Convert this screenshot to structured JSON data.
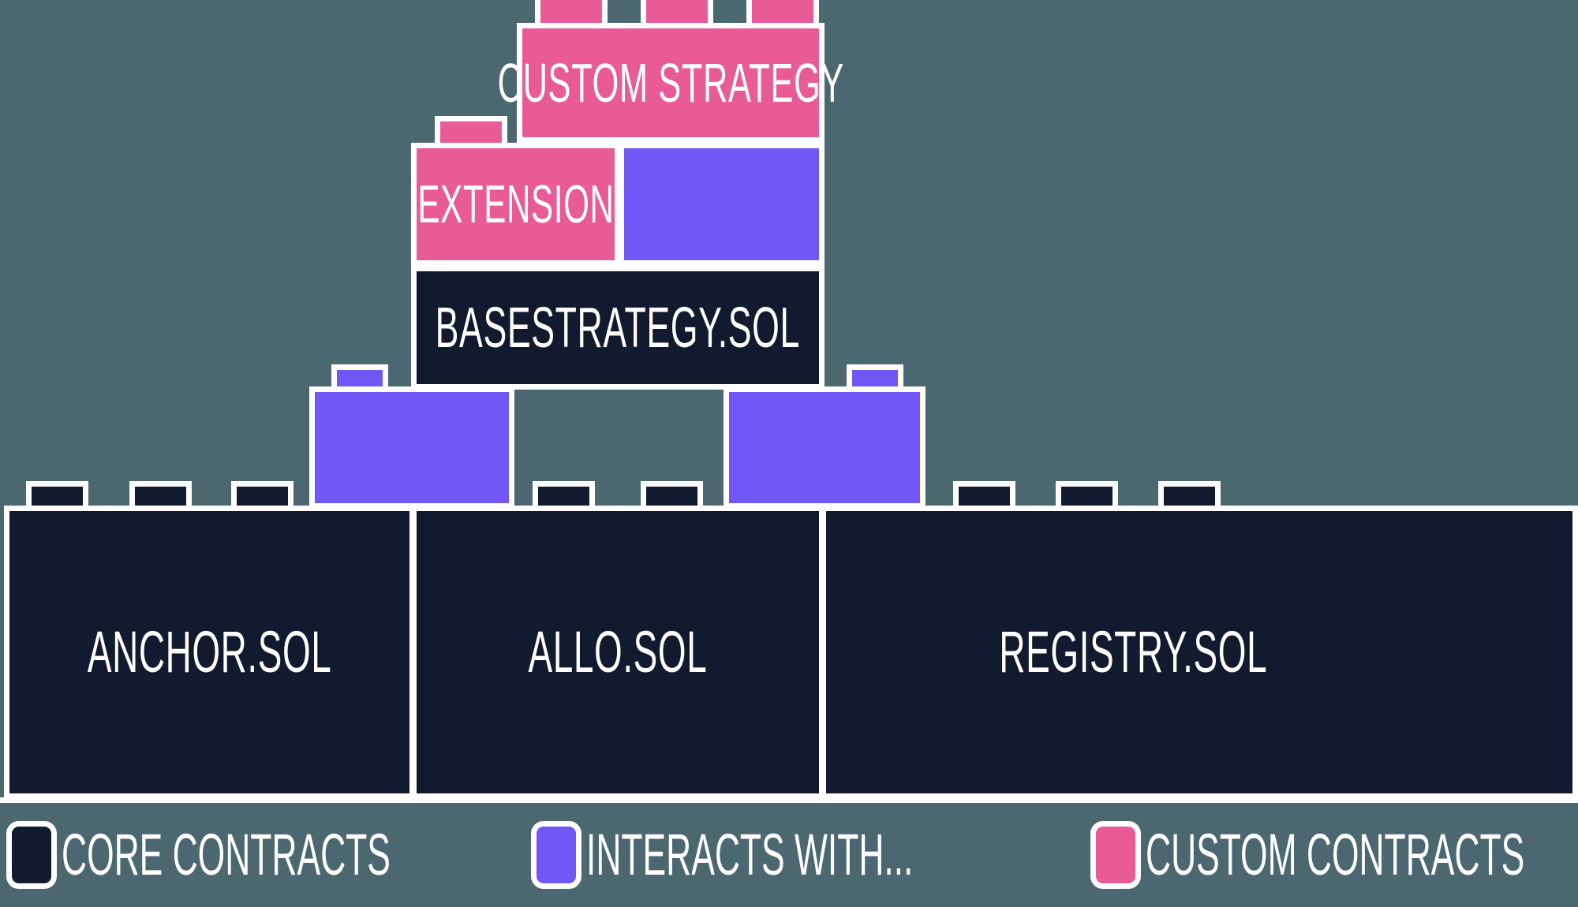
{
  "diagram": {
    "title": "Allo Protocol Strategy Architecture Lego Stack",
    "background_color": "#4b6870",
    "colors": {
      "core": "#111a2e",
      "interacts": "#7257f7",
      "custom": "#e85b96",
      "outline": "#ffffff",
      "background": "#4b6870"
    },
    "bricks": [
      {
        "id": "custom-strategy",
        "label": "CUSTOM STRATEGY",
        "color": "custom",
        "studs": 3
      },
      {
        "id": "extension",
        "label": "EXTENSION",
        "color": "custom",
        "studs": 1
      },
      {
        "id": "extension-slot",
        "label": "",
        "color": "interacts",
        "studs": 0
      },
      {
        "id": "basestrategy",
        "label": "BASESTRATEGY.SOL",
        "color": "core",
        "studs": 0
      },
      {
        "id": "anchor-connector",
        "label": "",
        "color": "interacts",
        "studs": 1
      },
      {
        "id": "registry-connector",
        "label": "",
        "color": "interacts",
        "studs": 1
      },
      {
        "id": "anchor",
        "label": "ANCHOR.SOL",
        "color": "core",
        "studs": 3
      },
      {
        "id": "allo",
        "label": "ALLO.SOL",
        "color": "core",
        "studs": 2
      },
      {
        "id": "registry",
        "label": "REGISTRY.SOL",
        "color": "core",
        "studs": 3
      }
    ]
  },
  "legend": {
    "items": [
      {
        "label": "CORE CONTRACTS",
        "color": "#111a2e",
        "swatch_name": "core-contracts-swatch"
      },
      {
        "label": "INTERACTS WITH...",
        "color": "#7257f7",
        "swatch_name": "interacts-with-swatch"
      },
      {
        "label": "CUSTOM CONTRACTS",
        "color": "#e85b96",
        "swatch_name": "custom-contracts-swatch"
      }
    ]
  }
}
